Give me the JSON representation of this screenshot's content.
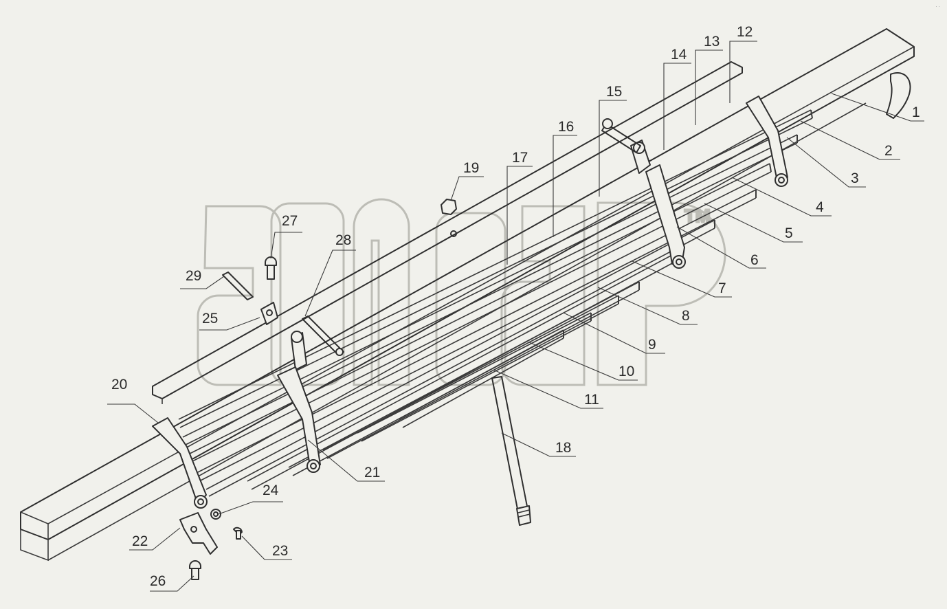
{
  "callouts": [
    {
      "label": "1"
    },
    {
      "label": "2"
    },
    {
      "label": "3"
    },
    {
      "label": "4"
    },
    {
      "label": "5"
    },
    {
      "label": "6"
    },
    {
      "label": "7"
    },
    {
      "label": "8"
    },
    {
      "label": "9"
    },
    {
      "label": "10"
    },
    {
      "label": "11"
    },
    {
      "label": "12"
    },
    {
      "label": "13"
    },
    {
      "label": "14"
    },
    {
      "label": "15"
    },
    {
      "label": "16"
    },
    {
      "label": "17"
    },
    {
      "label": "18"
    },
    {
      "label": "19"
    },
    {
      "label": "20"
    },
    {
      "label": "21"
    },
    {
      "label": "22"
    },
    {
      "label": "23"
    },
    {
      "label": "24"
    },
    {
      "label": "25"
    },
    {
      "label": "26"
    },
    {
      "label": "27"
    },
    {
      "label": "28"
    },
    {
      "label": "29"
    }
  ],
  "watermark": {
    "trademark": "TM"
  },
  "colors": {
    "background": "#f1f1ec",
    "line": "#2f2f2f",
    "watermark": "#b8b8b2"
  }
}
